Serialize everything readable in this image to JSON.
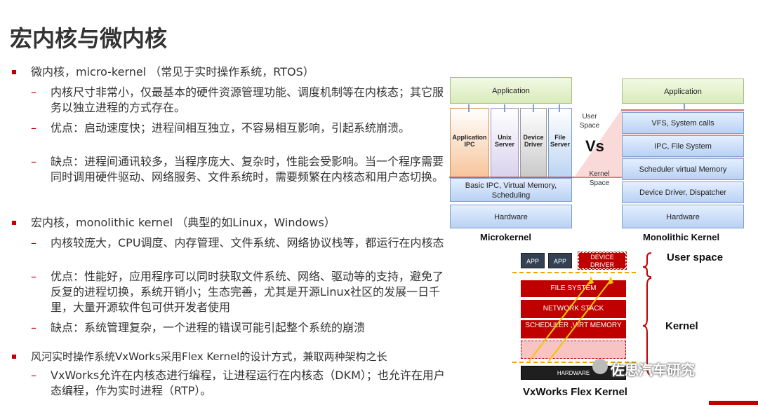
{
  "title": "宏内核与微内核",
  "bullets": {
    "micro": {
      "heading": "微内核，micro-kernel （常见于实时操作系统，RTOS）",
      "items": [
        "内核尺寸非常小，仅最基本的硬件资源管理功能、调度机制等在内核态；其它服务以独立进程的方式存在。",
        "优点：启动速度快；进程间相互独立，不容易相互影响，引起系统崩溃。",
        "缺点：进程间通讯较多，当程序庞大、复杂时，性能会受影响。当一个程序需要同时调用硬件驱动、网络服务、文件系统时，需要频繁在内核态和用户态切换。"
      ]
    },
    "mono": {
      "heading": "宏内核，monolithic kernel （典型的如Linux，Windows）",
      "items": [
        "内核较庞大，CPU调度、内存管理、文件系统、网络协议栈等，都运行在内核态",
        "优点：性能好，应用程序可以同时获取文件系统、网络、驱动等的支持，避免了反复的进程切换，系统开销小；生态完善，尤其是开源Linux社区的发展一日千里，大量开源软件包可供开发者使用",
        "缺点：系统管理复杂，一个进程的错误可能引起整个系统的崩溃"
      ]
    },
    "flex": {
      "heading": "风河实时操作系统VxWorks采用Flex Kernel的设计方式，兼取两种架构之长",
      "items": [
        "VxWorks允许在内核态进行编程，让进程运行在内核态（DKM）；也允许在用户态编程，作为实时进程（RTP）。"
      ]
    }
  },
  "diagram": {
    "micro": {
      "application": "Application",
      "cols": [
        "Application IPC",
        "Unix Server",
        "Device Driver",
        "File Server"
      ],
      "basic": "Basic IPC, Virtual Memory, Scheduling",
      "hardware": "Hardware",
      "label": "Microkernel"
    },
    "vs": "Vs",
    "user_space": "User Space",
    "kernel_space": "Kernel Space",
    "mono": {
      "application": "Application",
      "layers": [
        "VFS, System calls",
        "IPC, File System",
        "Scheduler virtual Memory",
        "Device Driver, Dispatcher"
      ],
      "hardware": "Hardware",
      "label": "Monolithic Kernel"
    },
    "flex": {
      "app1": "APP",
      "app2": "APP",
      "device_driver": "DEVICE DRIVER",
      "layers": [
        "FILE SYSTEM",
        "NETWORK STACK",
        "SCHEDULER ,VIRT MEMORY"
      ],
      "hardware": "HARDWARE",
      "user_space": "User space",
      "kernel": "Kernel",
      "label": "VxWorks Flex Kernel"
    }
  },
  "watermark": "佐思汽车研究"
}
